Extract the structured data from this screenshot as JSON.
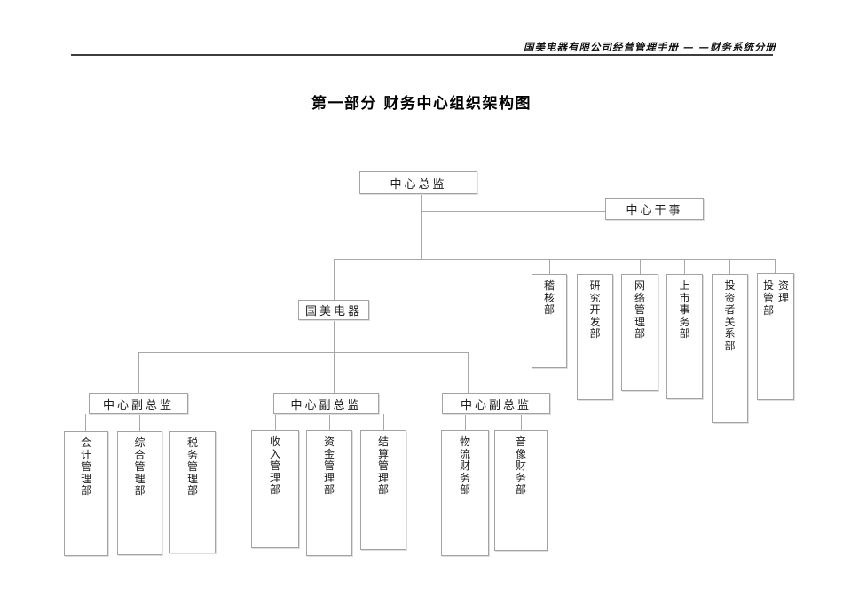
{
  "header": {
    "text": "国美电器有限公司经营管理手册 — —财务系统分册"
  },
  "title": "第一部分 财务中心组织架构图",
  "org": {
    "nodes": {
      "director": "中心总监",
      "officer": "中心干事",
      "company": "国美电器",
      "deputy_1": "中心副总监",
      "deputy_2": "中心副总监",
      "deputy_3": "中心副总监",
      "audit": "稽\n核\n部",
      "research_development": "研\n究\n开\n发\n部",
      "network_management": "网\n络\n管\n理\n部",
      "listing_affairs": "上\n市\n事\n务\n部",
      "investor_relations": "投\n资\n者\n关\n系\n部",
      "investment_management": "投资\n管理\n部",
      "accounting_management": "会\n计\n管\n理\n部",
      "general_management": "综\n合\n管\n理\n部",
      "tax_management": "税\n务\n管\n理\n部",
      "revenue_management": "收\n入\n管\n理\n部",
      "funds_management": "资\n金\n管\n理\n部",
      "settlement_management": "结\n算\n管\n理\n部",
      "logistics_finance": "物\n流\n财\n务\n部",
      "audio_video_finance": "音\n像\n财\n务\n部"
    }
  },
  "colors": {
    "box_border": "#a3a3a3",
    "connector": "#a8a8a8",
    "header_rule": "#3d3d3d",
    "text": "#1c1c1c"
  }
}
